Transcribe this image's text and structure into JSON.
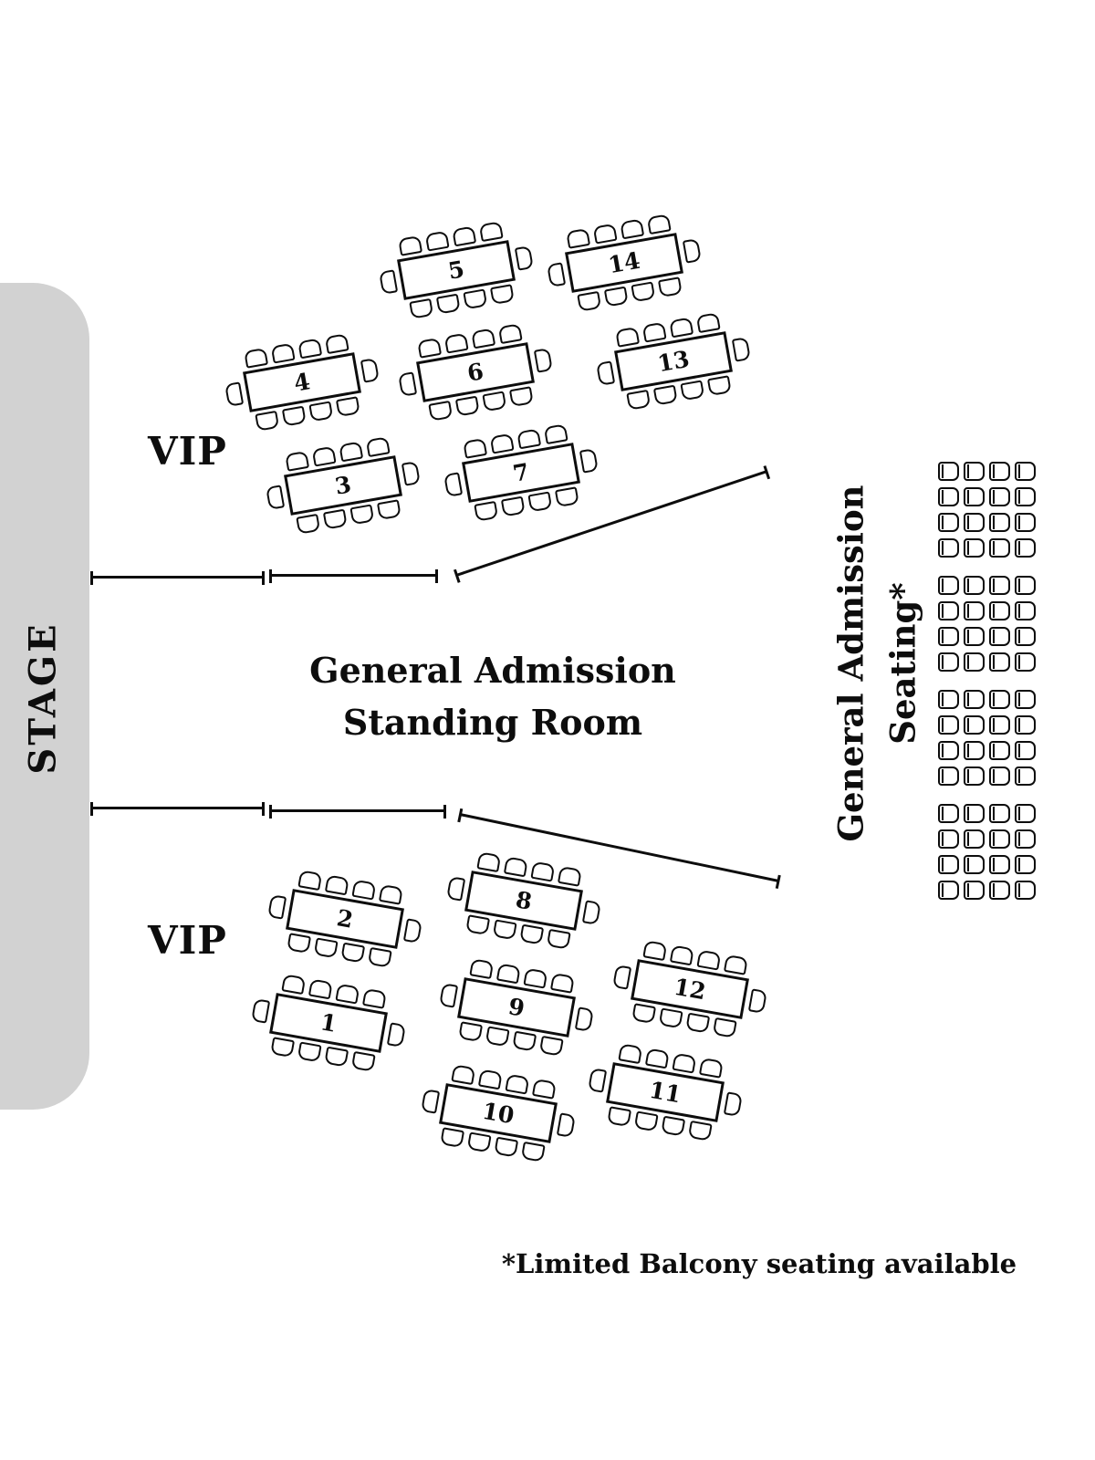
{
  "stage": {
    "label": "STAGE"
  },
  "vip_top": {
    "label": "VIP"
  },
  "vip_bottom": {
    "label": "VIP"
  },
  "standing_room": {
    "line1": "General Admission",
    "line2": "Standing Room"
  },
  "ga_seating": {
    "line1": "General Admission",
    "line2": "Seating*"
  },
  "footnote": "*Limited Balcony seating available",
  "tables": {
    "t1": "1",
    "t2": "2",
    "t3": "3",
    "t4": "4",
    "t5": "5",
    "t6": "6",
    "t7": "7",
    "t8": "8",
    "t9": "9",
    "t10": "10",
    "t11": "11",
    "t12": "12",
    "t13": "13",
    "t14": "14"
  },
  "table_seat_layout": {
    "long_side_chairs": 4,
    "end_chairs": 1,
    "seats_per_table": 10
  },
  "ga_grid": {
    "groups": 4,
    "rows_per_group": 4,
    "cols": 4,
    "total_seats": 64
  },
  "colors": {
    "stage_fill": "#d2d2d2",
    "ink": "#0d0d0d",
    "background": "#ffffff"
  }
}
